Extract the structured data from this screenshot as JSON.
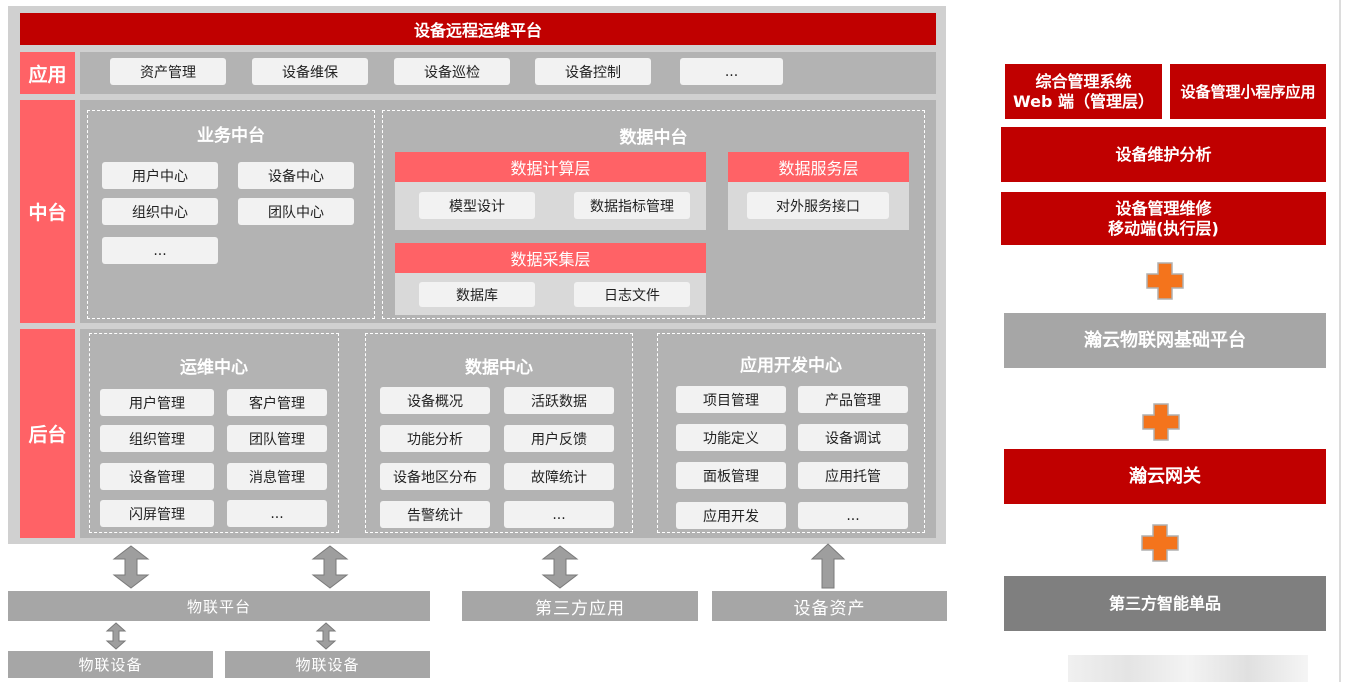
{
  "title": "设备远程运维平台",
  "sections": {
    "app": {
      "label": "应用",
      "items": [
        "资产管理",
        "设备维保",
        "设备巡检",
        "设备控制",
        "..."
      ]
    },
    "middle": {
      "label": "中台",
      "business": {
        "title": "业务中台",
        "items": [
          "用户中心",
          "设备中心",
          "组织中心",
          "团队中心",
          "..."
        ]
      },
      "data": {
        "title": "数据中台",
        "compute": {
          "title": "数据计算层",
          "items": [
            "模型设计",
            "数据指标管理"
          ]
        },
        "service": {
          "title": "数据服务层",
          "items": [
            "对外服务接口"
          ]
        },
        "collect": {
          "title": "数据采集层",
          "items": [
            "数据库",
            "日志文件"
          ]
        }
      }
    },
    "back": {
      "label": "后台",
      "ops": {
        "title": "运维中心",
        "items": [
          "用户管理",
          "客户管理",
          "组织管理",
          "团队管理",
          "设备管理",
          "消息管理",
          "闪屏管理",
          "..."
        ]
      },
      "data_center": {
        "title": "数据中心",
        "items": [
          "设备概况",
          "活跃数据",
          "功能分析",
          "用户反馈",
          "设备地区分布",
          "故障统计",
          "告警统计",
          "..."
        ]
      },
      "appdev": {
        "title": "应用开发中心",
        "items": [
          "项目管理",
          "产品管理",
          "功能定义",
          "设备调试",
          "面板管理",
          "应用托管",
          "应用开发",
          "..."
        ]
      }
    }
  },
  "bottom": {
    "iot_platform": "物联平台",
    "third_app": "第三方应用",
    "assets": "设备资产",
    "device1": "物联设备",
    "device2": "物联设备"
  },
  "right": {
    "box1_line1": "综合管理系统",
    "box1_line2": "Web 端（管理层）",
    "box2": "设备管理小程序应用",
    "box3": "设备维护分析",
    "box4_line1": "设备管理维修",
    "box4_line2": "移动端(执行层)",
    "box5": "瀚云物联网基础平台",
    "box6": "瀚云网关",
    "box7": "第三方智能单品"
  },
  "colors": {
    "dark_red": "#c00000",
    "pink_red": "#ff6266",
    "gray": "#b3b3b3",
    "plus_orange": "#f4741c"
  }
}
